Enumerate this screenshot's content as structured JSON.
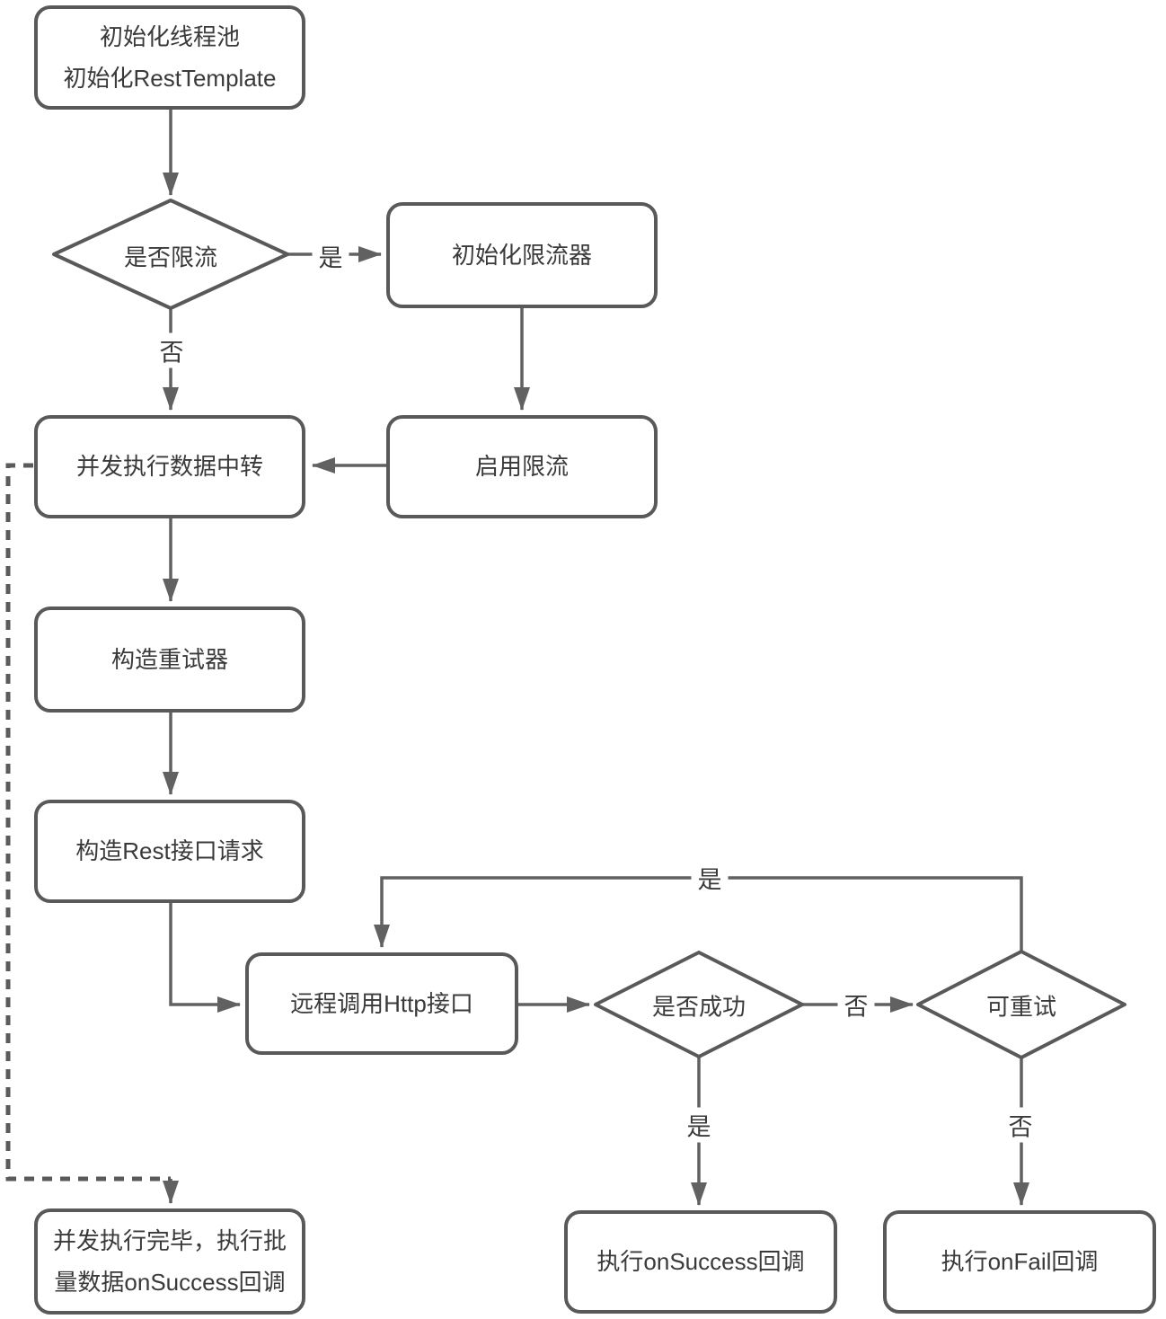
{
  "colors": {
    "line": "#616161",
    "shape_border": "#595959",
    "text": "#3a3a3a",
    "background": "#ffffff"
  },
  "nodes": {
    "init": {
      "lines": [
        "初始化线程池",
        "初始化RestTemplate"
      ]
    },
    "limit_check": {
      "label": "是否限流"
    },
    "init_limiter": {
      "label": "初始化限流器"
    },
    "concurrent_transfer": {
      "label": "并发执行数据中转"
    },
    "enable_limit": {
      "label": "启用限流"
    },
    "build_retrier": {
      "label": "构造重试器"
    },
    "build_request": {
      "label": "构造Rest接口请求"
    },
    "remote_call": {
      "label": "远程调用Http接口"
    },
    "success_check": {
      "label": "是否成功"
    },
    "retry_check": {
      "label": "可重试"
    },
    "on_success": {
      "label": "执行onSuccess回调"
    },
    "on_fail": {
      "label": "执行onFail回调"
    },
    "batch_complete": {
      "lines": [
        "并发执行完毕，执行批",
        "量数据onSuccess回调"
      ]
    }
  },
  "edge_labels": {
    "limit_yes": "是",
    "limit_no": "否",
    "retry_loop_yes": "是",
    "success_no": "否",
    "success_yes": "是",
    "retry_no": "否"
  }
}
